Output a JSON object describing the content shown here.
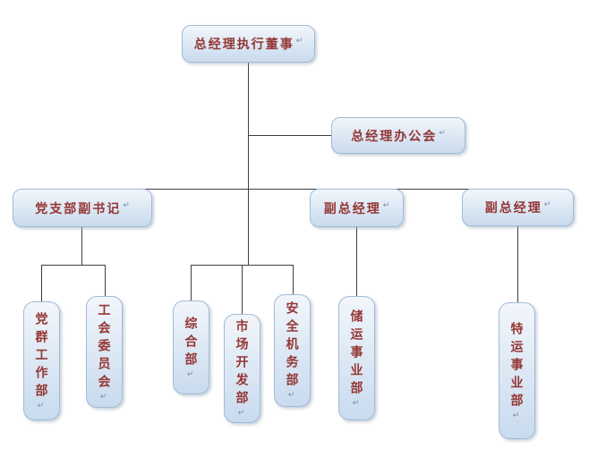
{
  "org": {
    "root": {
      "label": "总经理执行董事"
    },
    "office": {
      "label": "总经理办公会"
    },
    "branches": [
      {
        "label": "党支部副书记"
      },
      {
        "label": "副总经理"
      },
      {
        "label": "副总经理"
      }
    ],
    "departments": [
      {
        "label": "党群工作部"
      },
      {
        "label": "工会委员会"
      },
      {
        "label": "综合部"
      },
      {
        "label": "市场开发部"
      },
      {
        "label": "安全机务部"
      },
      {
        "label": "储运事业部"
      },
      {
        "label": "特运事业部"
      }
    ]
  },
  "marks": {
    "line_break": "↵"
  },
  "colors": {
    "box_border": "#a0bbd8",
    "box_fill_top": "#f2f6fb",
    "box_fill_bottom": "#c9dbee",
    "text": "#943634",
    "connector": "#3f3f3f",
    "background": "#ffffff"
  }
}
